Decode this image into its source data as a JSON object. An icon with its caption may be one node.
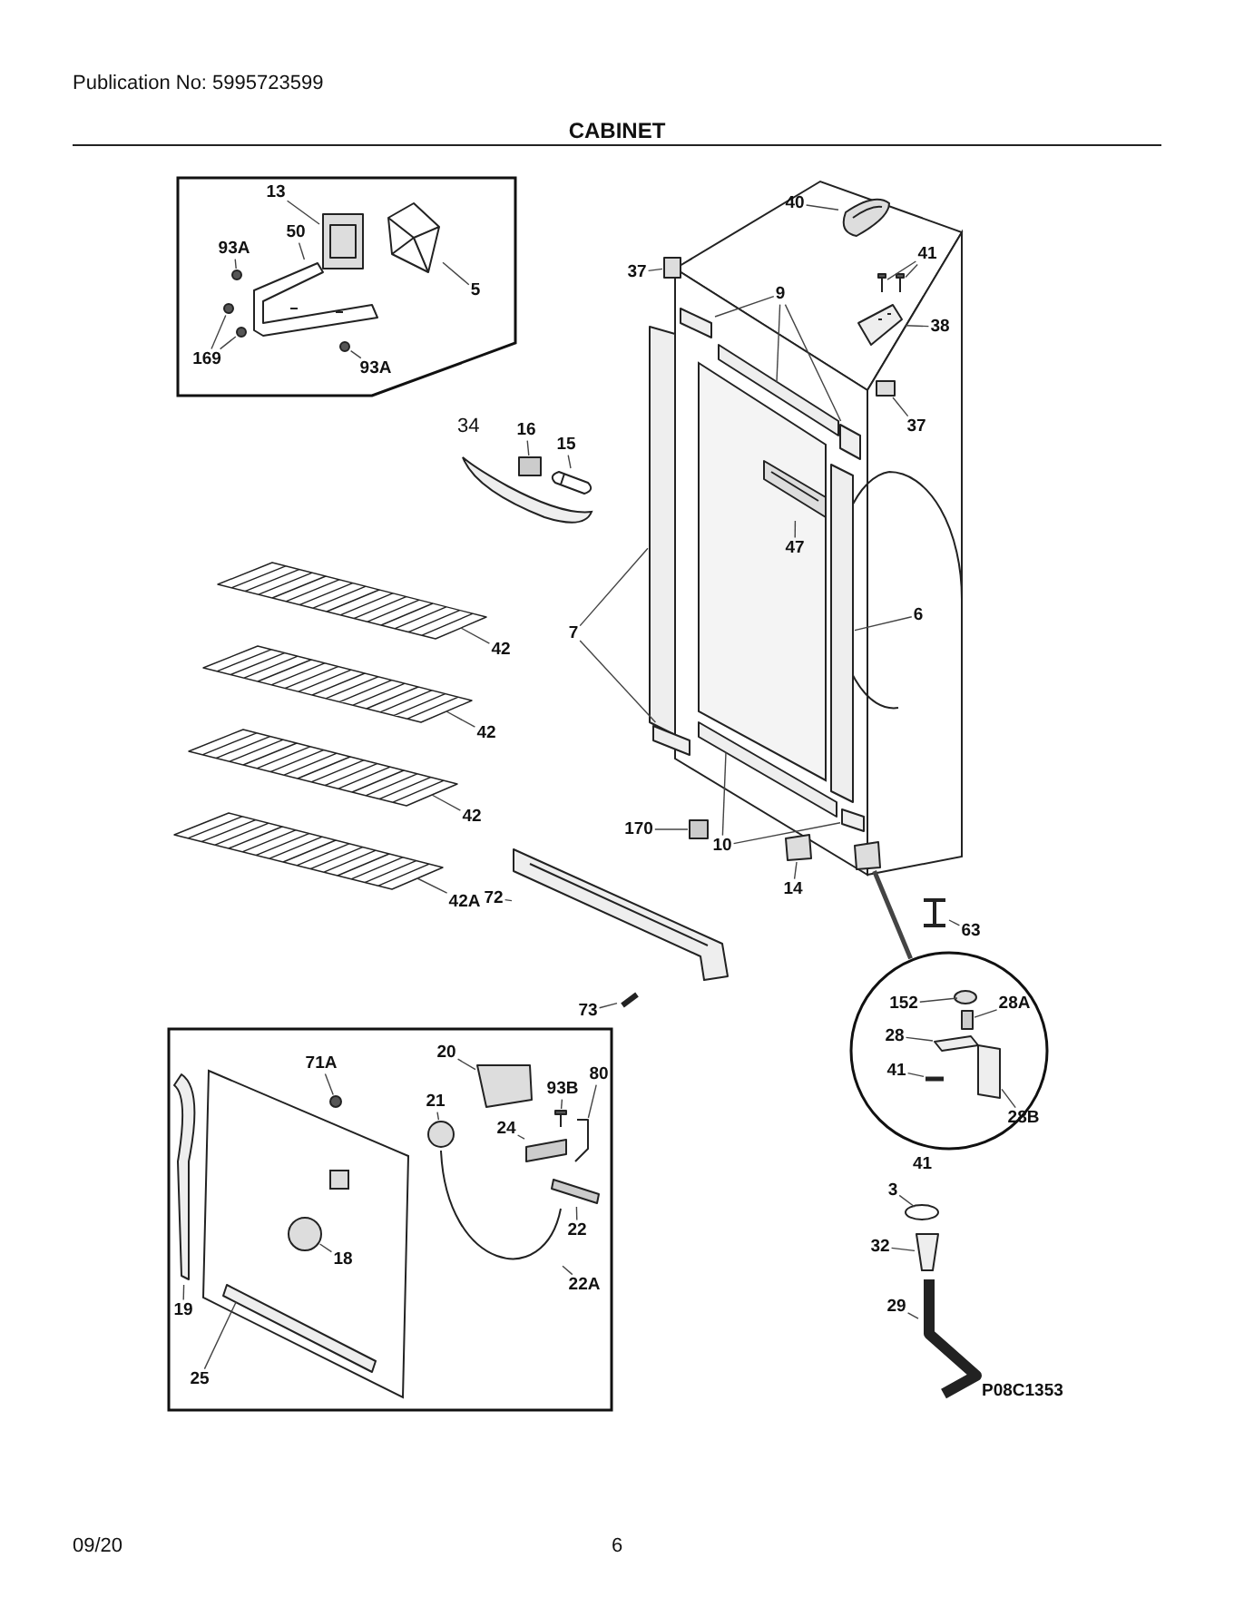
{
  "diagram": {
    "title": "CABINET",
    "nodes": [
      {
        "text": [],
        "shape": "box"
      },
      {
        "text": [
          "13"
        ],
        "in": 0
      },
      {
        "text": [
          "93A"
        ],
        "in": 0
      },
      {
        "text": [
          "50"
        ],
        "in": 0
      },
      {
        "text": [
          "5"
        ],
        "in": 0
      },
      {
        "text": [
          "169"
        ],
        "in": 0
      },
      {
        "text": [
          "93A"
        ],
        "in": 0
      },
      {
        "text": [],
        "shape": "box",
        "in": 0
      },
      {
        "text": [],
        "shape": "circle",
        "in": 0
      },
      {
        "text": [],
        "shape": "picture",
        "in": 0
      },
      {
        "text": [],
        "shape": "picture",
        "in": 0
      },
      {
        "text": [],
        "shape": "circle",
        "in": 0
      },
      {
        "text": [],
        "shape": "circle",
        "in": 0
      },
      {
        "text": [],
        "shape": "circle",
        "in": 0
      },
      {
        "text": [
          "40"
        ]
      },
      {
        "text": [
          "37"
        ]
      },
      {
        "text": [
          "9"
        ]
      },
      {
        "text": [
          "41"
        ]
      },
      {
        "text": [
          "38"
        ]
      },
      {
        "text": [
          "37"
        ]
      },
      {
        "text": [
          "16"
        ]
      },
      {
        "text": [
          "15"
        ]
      },
      {
        "text": [
          "47"
        ]
      },
      {
        "text": [
          "7"
        ]
      },
      {
        "text": [
          "6"
        ]
      },
      {
        "text": [
          "42"
        ]
      },
      {
        "text": [
          "42"
        ]
      },
      {
        "text": [
          "42"
        ]
      },
      {
        "text": [
          "42A"
        ]
      },
      {
        "text": [
          "10"
        ]
      },
      {
        "text": [
          "170"
        ]
      },
      {
        "text": [
          "14"
        ]
      },
      {
        "text": [
          "72"
        ]
      },
      {
        "text": [
          "63"
        ]
      },
      {
        "text": [
          "73"
        ]
      },
      {
        "text": [],
        "shape": "picture"
      },
      {
        "text": [],
        "shape": "box"
      },
      {
        "text": [],
        "shape": "bar"
      },
      {
        "text": [],
        "shape": "bar"
      },
      {
        "text": [],
        "shape": "bar"
      },
      {
        "text": [],
        "shape": "picture"
      },
      {
        "text": [],
        "shape": "picture"
      },
      {
        "text": [],
        "shape": "picture"
      },
      {
        "text": [],
        "shape": "box"
      },
      {
        "text": [],
        "shape": "box"
      },
      {
        "text": [],
        "shape": "picture"
      },
      {
        "text": [],
        "shape": "picture"
      },
      {
        "text": [],
        "shape": "bar"
      },
      {
        "text": [],
        "shape": "bar"
      },
      {
        "text": [],
        "shape": "bar"
      },
      {
        "text": [],
        "shape": "picture"
      },
      {
        "text": [],
        "shape": "picture"
      },
      {
        "text": [],
        "shape": "picture"
      },
      {
        "text": [],
        "shape": "picture"
      },
      {
        "text": [],
        "shape": "bar"
      },
      {
        "text": [],
        "shape": "bar"
      },
      {
        "text": [],
        "shape": "box"
      },
      {
        "text": [],
        "shape": "box"
      },
      {
        "text": [],
        "shape": "picture"
      },
      {
        "text": [],
        "shape": "picture"
      },
      {
        "text": [],
        "shape": "bar"
      },
      {
        "text": [],
        "shape": "box"
      },
      {
        "text": [],
        "shape": "circle"
      },
      {
        "text": [
          "152"
        ],
        "in": 62
      },
      {
        "text": [
          "28A"
        ],
        "in": 62
      },
      {
        "text": [
          "28"
        ],
        "in": 62
      },
      {
        "text": [
          "41"
        ],
        "in": 62
      },
      {
        "text": [
          "28B"
        ],
        "in": 62
      },
      {
        "text": [],
        "shape": "circle",
        "in": 62
      },
      {
        "text": [],
        "shape": "box",
        "in": 62
      },
      {
        "text": [],
        "shape": "bar",
        "in": 62
      },
      {
        "text": [],
        "shape": "bar",
        "in": 62
      },
      {
        "text": [],
        "shape": "box",
        "in": 62
      },
      {
        "text": [],
        "shape": "box"
      },
      {
        "text": [
          "71A"
        ],
        "in": 73
      },
      {
        "text": [
          "21"
        ],
        "in": 73
      },
      {
        "text": [
          "20"
        ],
        "in": 73
      },
      {
        "text": [
          "93B"
        ],
        "in": 73
      },
      {
        "text": [
          "80"
        ],
        "in": 73
      },
      {
        "text": [
          "24"
        ],
        "in": 73
      },
      {
        "text": [
          "22"
        ],
        "in": 73
      },
      {
        "text": [
          "18"
        ],
        "in": 73
      },
      {
        "text": [
          "22A"
        ],
        "in": 73
      },
      {
        "text": [
          "19"
        ],
        "in": 73
      },
      {
        "text": [
          "25"
        ],
        "in": 73
      },
      {
        "text": [],
        "shape": "circle",
        "in": 73
      },
      {
        "text": [],
        "shape": "circle",
        "in": 73
      },
      {
        "text": [],
        "shape": "box",
        "in": 73
      },
      {
        "text": [],
        "shape": "picture",
        "in": 73
      },
      {
        "text": [],
        "shape": "picture",
        "in": 73
      },
      {
        "text": [],
        "shape": "bar",
        "in": 73
      },
      {
        "text": [],
        "shape": "bar",
        "in": 73
      },
      {
        "text": [],
        "shape": "circle",
        "in": 73
      },
      {
        "text": [],
        "shape": "picture",
        "in": 73
      },
      {
        "text": [],
        "shape": "bar",
        "in": 73
      },
      {
        "text": [],
        "shape": "bar",
        "in": 73
      },
      {
        "text": [
          "3"
        ]
      },
      {
        "text": [
          "32"
        ]
      },
      {
        "text": [
          "29"
        ]
      },
      {
        "text": [],
        "shape": "circle"
      },
      {
        "text": [],
        "shape": "box"
      },
      {
        "text": [],
        "shape": "picture"
      }
    ],
    "edges": [
      {
        "from": 1,
        "to": 7,
        "arrow": "none"
      },
      {
        "from": 2,
        "to": 8,
        "arrow": "none"
      },
      {
        "from": 3,
        "to": 9,
        "arrow": "none"
      },
      {
        "from": 4,
        "to": 10,
        "arrow": "none"
      },
      {
        "from": 5,
        "to": 11,
        "arrow": "none"
      },
      {
        "from": 5,
        "to": 12,
        "arrow": "none"
      },
      {
        "from": 6,
        "to": 13,
        "arrow": "none"
      },
      {
        "from": 14,
        "to": 35,
        "arrow": "none"
      },
      {
        "from": 15,
        "to": 36,
        "arrow": "none"
      },
      {
        "from": 16,
        "to": 37,
        "arrow": "none"
      },
      {
        "from": 16,
        "to": 38,
        "arrow": "none"
      },
      {
        "from": 16,
        "to": 39,
        "arrow": "none"
      },
      {
        "from": 17,
        "to": 40,
        "arrow": "none"
      },
      {
        "from": 17,
        "to": 41,
        "arrow": "none"
      },
      {
        "from": 18,
        "to": 42,
        "arrow": "none"
      },
      {
        "from": 19,
        "to": 43,
        "arrow": "none"
      },
      {
        "from": 20,
        "to": 44,
        "arrow": "none"
      },
      {
        "from": 21,
        "to": 45,
        "arrow": "none"
      },
      {
        "from": 22,
        "to": 46,
        "arrow": "none"
      },
      {
        "from": 23,
        "to": 47,
        "arrow": "none"
      },
      {
        "from": 23,
        "to": 48,
        "arrow": "none"
      },
      {
        "from": 24,
        "to": 49,
        "arrow": "none"
      },
      {
        "from": 25,
        "to": 50,
        "arrow": "none"
      },
      {
        "from": 26,
        "to": 51,
        "arrow": "none"
      },
      {
        "from": 27,
        "to": 52,
        "arrow": "none"
      },
      {
        "from": 28,
        "to": 53,
        "arrow": "none"
      },
      {
        "from": 29,
        "to": 54,
        "arrow": "none"
      },
      {
        "from": 29,
        "to": 55,
        "arrow": "none"
      },
      {
        "from": 30,
        "to": 56,
        "arrow": "none"
      },
      {
        "from": 31,
        "to": 57,
        "arrow": "none"
      },
      {
        "from": 32,
        "to": 58,
        "arrow": "none"
      },
      {
        "from": 33,
        "to": 59,
        "arrow": "none"
      },
      {
        "from": 34,
        "to": 60,
        "arrow": "none"
      },
      {
        "from": 61,
        "to": 62,
        "arrow": "none",
        "style": "thick"
      },
      {
        "from": 63,
        "to": 68,
        "arrow": "none"
      },
      {
        "from": 64,
        "to": 69,
        "arrow": "none"
      },
      {
        "from": 65,
        "to": 70,
        "arrow": "none"
      },
      {
        "from": 66,
        "to": 71,
        "arrow": "none"
      },
      {
        "from": 67,
        "to": 72,
        "arrow": "none"
      },
      {
        "from": 74,
        "to": 85,
        "arrow": "none"
      },
      {
        "from": 75,
        "to": 86,
        "arrow": "none"
      },
      {
        "from": 76,
        "to": 87,
        "arrow": "none"
      },
      {
        "from": 77,
        "to": 88,
        "arrow": "none"
      },
      {
        "from": 78,
        "to": 89,
        "arrow": "none"
      },
      {
        "from": 79,
        "to": 90,
        "arrow": "none"
      },
      {
        "from": 80,
        "to": 91,
        "arrow": "none"
      },
      {
        "from": 81,
        "to": 92,
        "arrow": "none"
      },
      {
        "from": 82,
        "to": 93,
        "arrow": "none"
      },
      {
        "from": 83,
        "to": 94,
        "arrow": "none"
      },
      {
        "from": 84,
        "to": 95,
        "arrow": "none"
      },
      {
        "from": 96,
        "to": 99,
        "arrow": "none"
      },
      {
        "from": 97,
        "to": 100,
        "arrow": "none"
      },
      {
        "from": 98,
        "to": 101,
        "arrow": "none"
      }
    ],
    "labels": [
      "Publication No: 5995723599",
      "34",
      "41",
      "P08C1353",
      "09/20",
      "6"
    ]
  }
}
